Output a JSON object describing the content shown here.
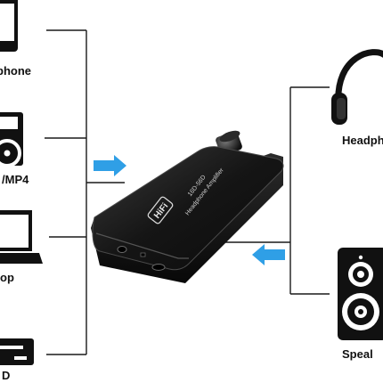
{
  "sources": [
    {
      "label": "phone",
      "icon": "phone-icon"
    },
    {
      "label": "/MP4",
      "icon": "mp3-player-icon"
    },
    {
      "label": "op",
      "icon": "laptop-icon"
    },
    {
      "label": "D",
      "icon": "dvd-player-icon"
    }
  ],
  "outputs": [
    {
      "label": "Headph",
      "icon": "headphones-icon"
    },
    {
      "label": "Speal",
      "icon": "speaker-icon"
    }
  ],
  "device": {
    "model": "16D-56D",
    "title": "Headphone Amplifier",
    "badge": "HiFi"
  },
  "colors": {
    "arrow": "#2f9fe6",
    "lines": "#1a1a1a",
    "device_body": "#151515"
  }
}
